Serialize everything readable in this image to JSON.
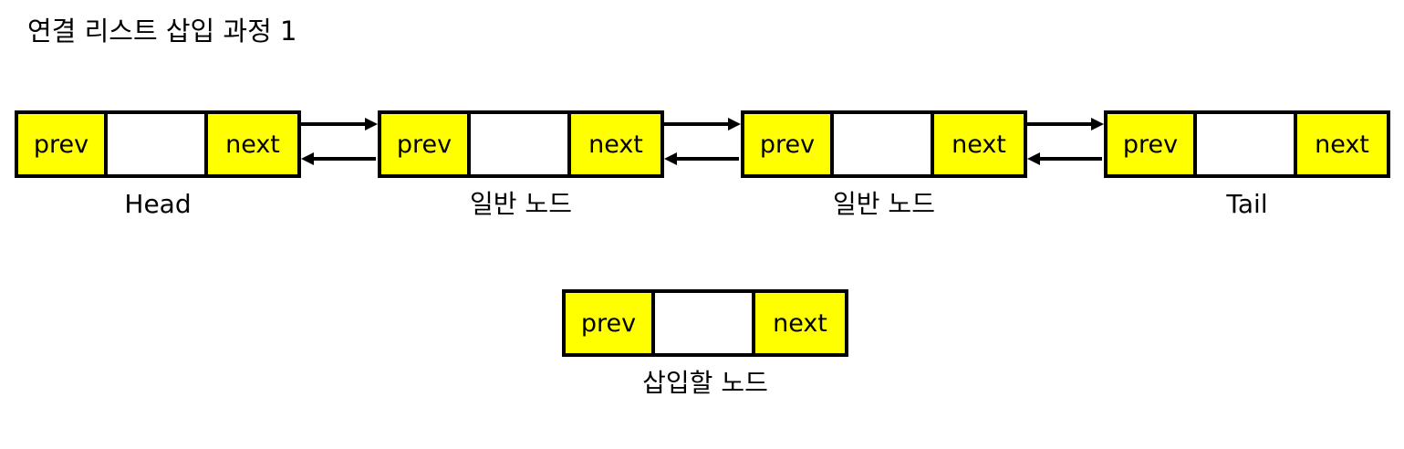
{
  "title": "연결 리스트 삽입 과정 1",
  "colors": {
    "field_fill": "#ffff00",
    "border": "#000000",
    "data_fill": "#ffffff"
  },
  "list_nodes": [
    {
      "prev": "prev",
      "data": "",
      "next": "next",
      "caption": "Head"
    },
    {
      "prev": "prev",
      "data": "",
      "next": "next",
      "caption": "일반 노드"
    },
    {
      "prev": "prev",
      "data": "",
      "next": "next",
      "caption": "일반 노드"
    },
    {
      "prev": "prev",
      "data": "",
      "next": "next",
      "caption": "Tail"
    }
  ],
  "new_node": {
    "prev": "prev",
    "data": "",
    "next": "next",
    "caption": "삽입할 노드"
  }
}
